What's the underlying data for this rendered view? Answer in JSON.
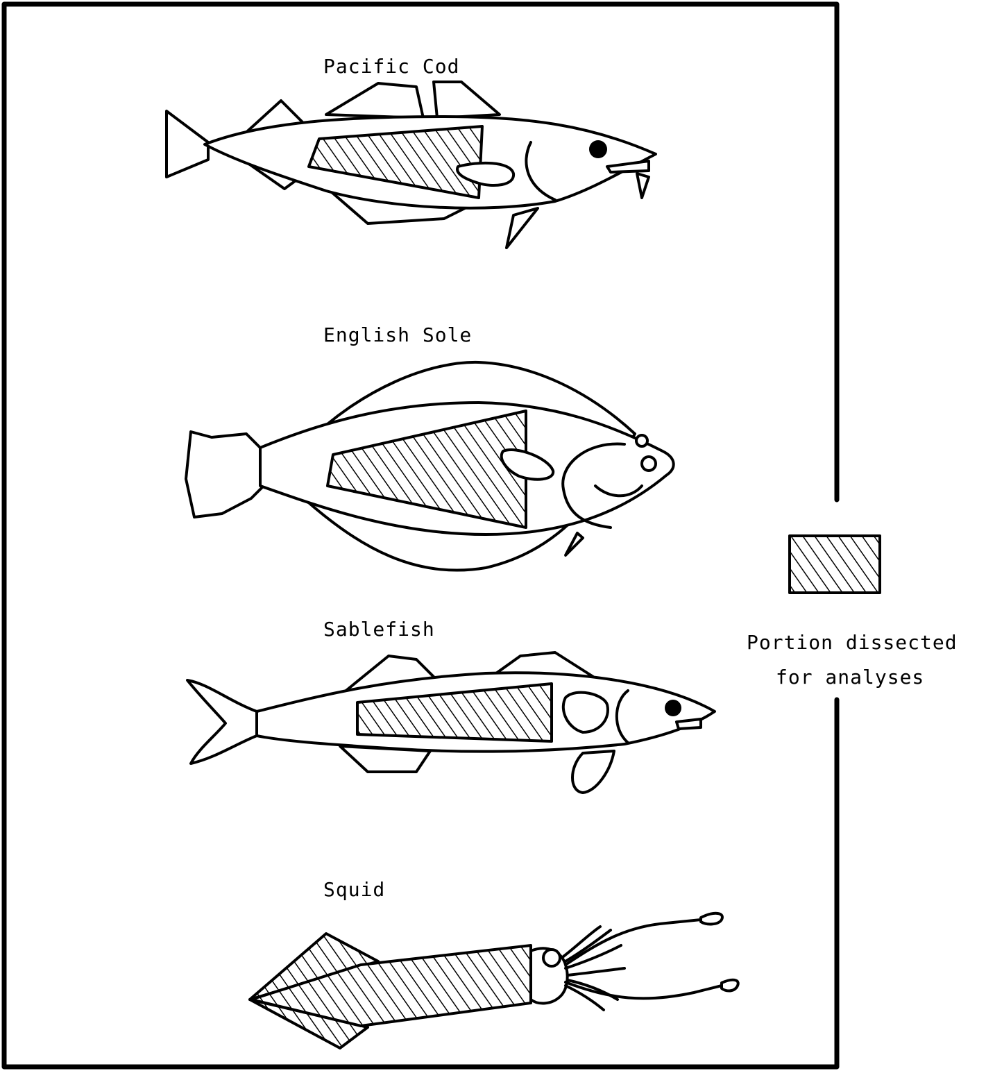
{
  "figure": {
    "specimens": [
      {
        "id": "pacific-cod",
        "label": "Pacific Cod"
      },
      {
        "id": "english-sole",
        "label": "English Sole"
      },
      {
        "id": "sablefish",
        "label": "Sablefish"
      },
      {
        "id": "squid",
        "label": "Squid"
      }
    ],
    "legend": {
      "line1": "Portion dissected",
      "line2": "for analyses"
    },
    "colors": {
      "ink": "#000000",
      "paper": "#ffffff"
    }
  }
}
